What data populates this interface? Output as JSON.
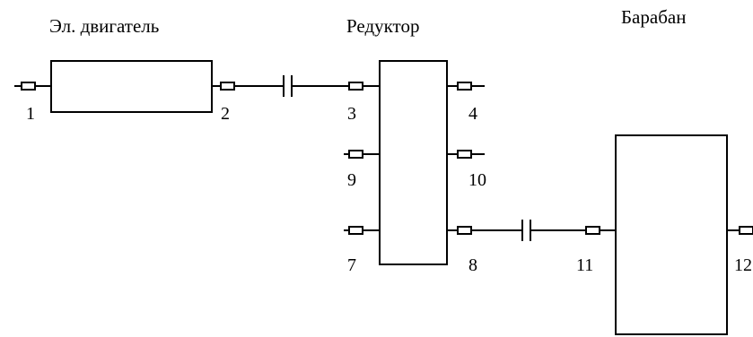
{
  "titles": {
    "motor": "Эл. двигатель",
    "reducer": "Редуктор",
    "drum": "Барабан"
  },
  "points": {
    "p1": "1",
    "p2": "2",
    "p3": "3",
    "p4": "4",
    "p9": "9",
    "p10": "10",
    "p7": "7",
    "p8": "8",
    "p11": "11",
    "p12": "12"
  }
}
